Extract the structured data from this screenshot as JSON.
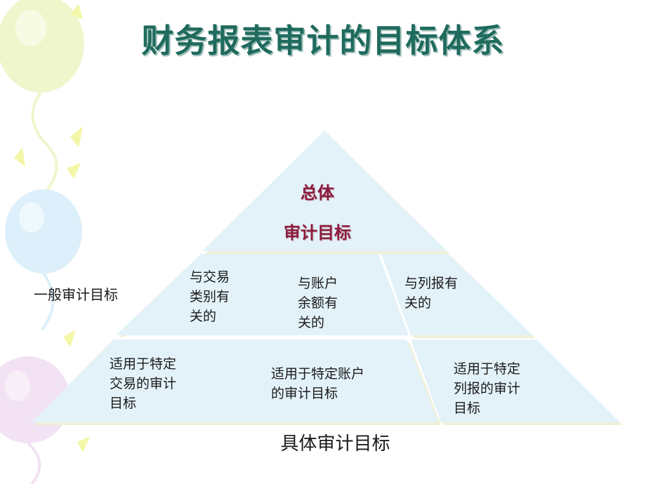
{
  "title": "财务报表审计的目标体系",
  "pyramid": {
    "top": {
      "line1": "总体",
      "line2": "审计目标"
    },
    "middle": [
      "与交易\n类别有\n关的",
      "与账户\n余额有\n关的",
      "与列报有\n关的"
    ],
    "bottom": [
      "适用于特定\n交易的审计\n目标",
      "适用于特定账户\n的审计目标",
      "适用于特定\n列报的审计\n目标"
    ]
  },
  "labels": {
    "general": "一般审计目标",
    "specific": "具体审计目标"
  },
  "colors": {
    "pyramid_fill": "#e3f2f9",
    "title": "#1f6b5e",
    "top_text": "#8a1c3e"
  }
}
